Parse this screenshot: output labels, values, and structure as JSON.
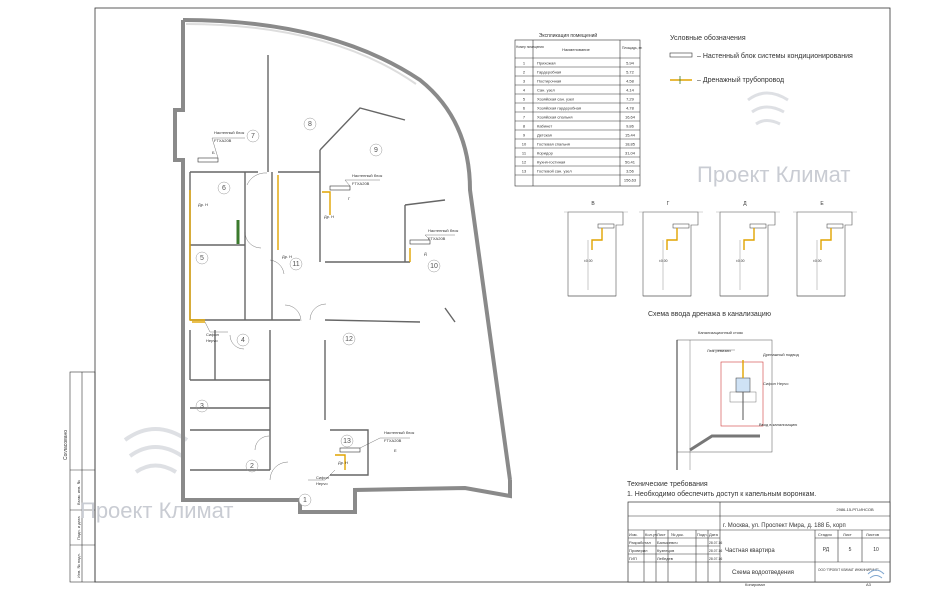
{
  "watermarks": [
    "Проект Климат",
    "Проект Климат"
  ],
  "explication": {
    "title": "Экспликация помещений",
    "headers": [
      "Номер помещения",
      "Наименование",
      "Площадь, м²"
    ],
    "rows": [
      [
        "1",
        "Прихожая",
        "5,94"
      ],
      [
        "2",
        "Гардеробная",
        "5,72"
      ],
      [
        "3",
        "Постирочная",
        "4,58"
      ],
      [
        "4",
        "Сан. узел",
        "4,14"
      ],
      [
        "5",
        "Хозяйская сан. узел",
        "7,29"
      ],
      [
        "6",
        "Хозяйская гардеробная",
        "4,78"
      ],
      [
        "7",
        "Хозяйская спальня",
        "16,64"
      ],
      [
        "8",
        "Кабинет",
        "9,86"
      ],
      [
        "9",
        "Детская",
        "15,44"
      ],
      [
        "10",
        "Гостевая спальня",
        "18,85"
      ],
      [
        "11",
        "Коридор",
        "31,04"
      ],
      [
        "12",
        "Кухня-гостиная",
        "50,41"
      ],
      [
        "13",
        "Гостевой сан. узел",
        "3,56"
      ]
    ],
    "total": "156,63"
  },
  "legend": {
    "title": "Условные обозначения",
    "items": [
      {
        "label": "– Настенный блок системы кондиционирования"
      },
      {
        "label": "– Дренажный трубопровод"
      }
    ]
  },
  "rooms": [
    "1",
    "2",
    "3",
    "4",
    "5",
    "6",
    "7",
    "8",
    "9",
    "10",
    "11",
    "12",
    "13"
  ],
  "plan_labels": {
    "unit_label": "Настенный блок",
    "unit_model": "FTXA20B",
    "siphon": "Сифон",
    "siphon_brand": "Hepvo",
    "section_letters": [
      "Б",
      "Г",
      "Д",
      "Е"
    ],
    "drain_tag": "Др. Н"
  },
  "sections": {
    "letters": [
      "В",
      "Г",
      "Д",
      "Е"
    ],
    "height_mark": "±0.00"
  },
  "drain_scheme": {
    "title": "Схема ввода дренажа в канализацию",
    "labels": [
      "Канализационный стояк",
      "Люк ревизии",
      "Дренажный подвод",
      "Сифон Hepvo",
      "Ввод в канализацию"
    ]
  },
  "tech_requirements": {
    "title": "Технические требования",
    "items": [
      "1. Необходимо обеспечить доступ к капельным воронкам."
    ]
  },
  "stamp": {
    "code": "2986-15-РП-ИНСОВ",
    "address": "г. Москва, ул. Проспект Мира, д. 188 Б, корп",
    "object": "Частная квартира",
    "sheet_title": "Схема водоотведения",
    "stage_h": "Стадия",
    "sheet_h": "Лист",
    "sheets_h": "Листов",
    "stage": "РД",
    "sheet": "5",
    "sheets": "10",
    "company": "ООО \"ПРОЕКТ КЛИМАТ ИНЖИНИРИНГ\"",
    "header_cells": [
      "Изм.",
      "Кол.уч",
      "Лист",
      "№ док.",
      "Подп.",
      "Дата"
    ],
    "people": [
      {
        "role": "Разработал",
        "name": "Балыкевич",
        "date": "28.07.16"
      },
      {
        "role": "Проверил",
        "name": "Кузнецов",
        "date": "28.07.16"
      },
      {
        "role": "ГИП",
        "name": "Лебедев",
        "date": "28.07.16"
      }
    ],
    "copied": "Копировал",
    "format": "А3"
  },
  "margin_stamp": [
    "Согласовано",
    "Взам. инв. №",
    "Подп. и дата",
    "Инв. № подл."
  ]
}
